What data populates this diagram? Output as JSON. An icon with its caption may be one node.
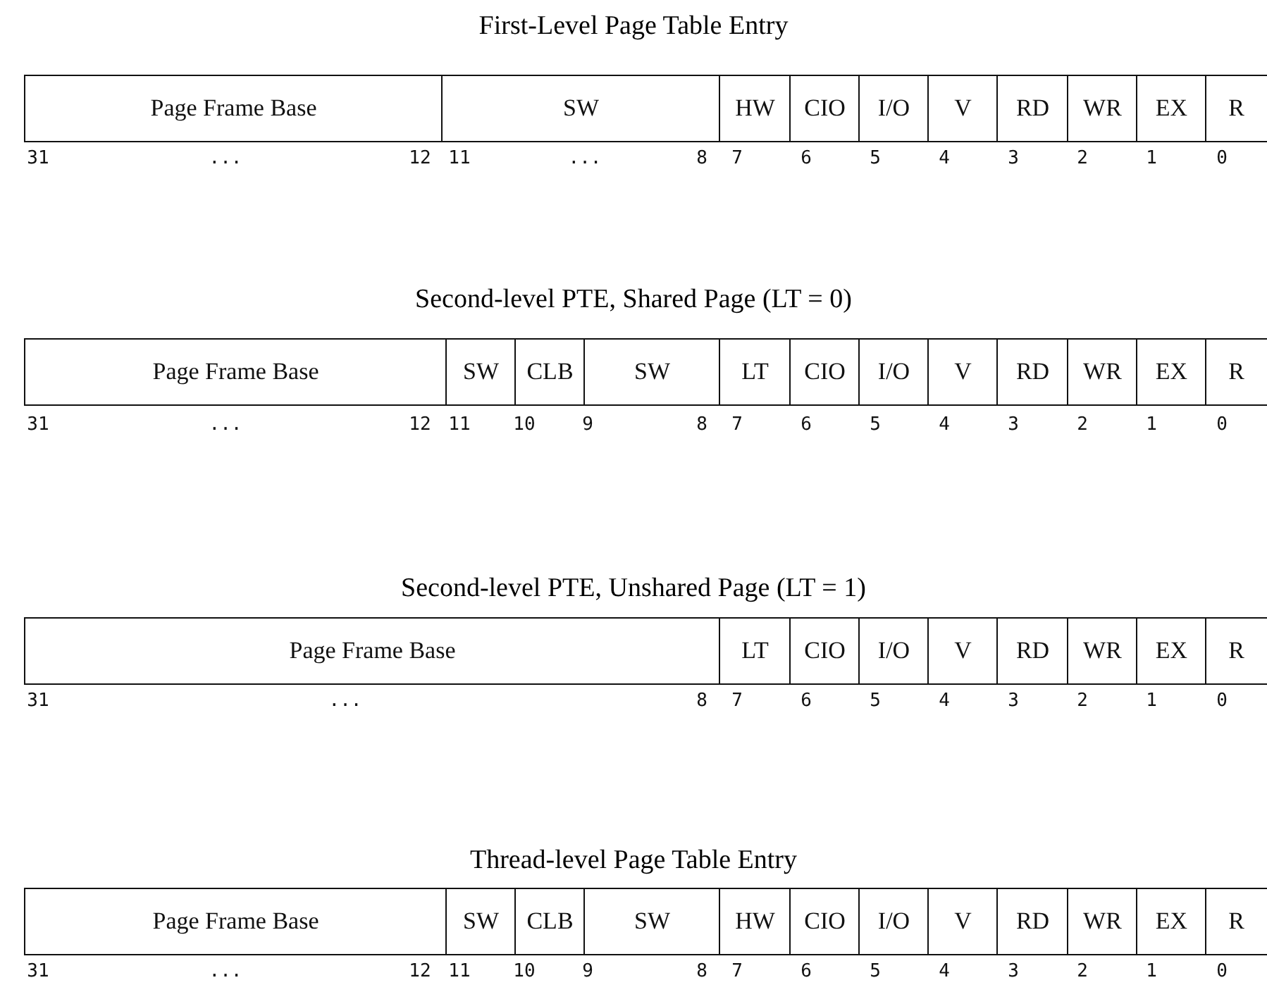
{
  "diagram": {
    "nodes": [
      {
        "text": [
          "First-Level Page Table Entry"
        ]
      },
      {
        "text": [
          "Page Frame Base"
        ],
        "in": 0
      },
      {
        "text": [
          "SW"
        ],
        "in": 0
      },
      {
        "text": [
          "HW"
        ],
        "in": 0
      },
      {
        "text": [
          "CIO"
        ],
        "in": 0
      },
      {
        "text": [
          "I/O"
        ],
        "in": 0
      },
      {
        "text": [
          "V"
        ],
        "in": 0
      },
      {
        "text": [
          "RD"
        ],
        "in": 0
      },
      {
        "text": [
          "WR"
        ],
        "in": 0
      },
      {
        "text": [
          "EX"
        ],
        "in": 0
      },
      {
        "text": [
          "R"
        ],
        "in": 0
      },
      {
        "text": [
          "Second-level PTE, Shared Page (LT = 0)"
        ]
      },
      {
        "text": [
          "Page Frame Base"
        ],
        "in": 11
      },
      {
        "text": [
          "SW"
        ],
        "in": 11
      },
      {
        "text": [
          "CLB"
        ],
        "in": 11
      },
      {
        "text": [
          "SW"
        ],
        "in": 11
      },
      {
        "text": [
          "LT"
        ],
        "in": 11
      },
      {
        "text": [
          "CIO"
        ],
        "in": 11
      },
      {
        "text": [
          "I/O"
        ],
        "in": 11
      },
      {
        "text": [
          "V"
        ],
        "in": 11
      },
      {
        "text": [
          "RD"
        ],
        "in": 11
      },
      {
        "text": [
          "WR"
        ],
        "in": 11
      },
      {
        "text": [
          "EX"
        ],
        "in": 11
      },
      {
        "text": [
          "R"
        ],
        "in": 11
      },
      {
        "text": [
          "Second-level PTE, Unshared Page (LT = 1)"
        ]
      },
      {
        "text": [
          "Page Frame Base"
        ],
        "in": 24
      },
      {
        "text": [
          "LT"
        ],
        "in": 24
      },
      {
        "text": [
          "CIO"
        ],
        "in": 24
      },
      {
        "text": [
          "I/O"
        ],
        "in": 24
      },
      {
        "text": [
          "V"
        ],
        "in": 24
      },
      {
        "text": [
          "RD"
        ],
        "in": 24
      },
      {
        "text": [
          "WR"
        ],
        "in": 24
      },
      {
        "text": [
          "EX"
        ],
        "in": 24
      },
      {
        "text": [
          "R"
        ],
        "in": 24
      },
      {
        "text": [
          "Thread-level Page Table Entry"
        ]
      },
      {
        "text": [
          "Page Frame Base"
        ],
        "in": 34
      },
      {
        "text": [
          "SW"
        ],
        "in": 34
      },
      {
        "text": [
          "CLB"
        ],
        "in": 34
      },
      {
        "text": [
          "SW"
        ],
        "in": 34
      },
      {
        "text": [
          "HW"
        ],
        "in": 34
      },
      {
        "text": [
          "CIO"
        ],
        "in": 34
      },
      {
        "text": [
          "I/O"
        ],
        "in": 34
      },
      {
        "text": [
          "V"
        ],
        "in": 34
      },
      {
        "text": [
          "RD"
        ],
        "in": 34
      },
      {
        "text": [
          "WR"
        ],
        "in": 34
      },
      {
        "text": [
          "EX"
        ],
        "in": 34
      },
      {
        "text": [
          "R"
        ],
        "in": 34
      }
    ],
    "edges": [],
    "labels": [
      "31",
      "...",
      "12",
      "11",
      "...",
      "8",
      "7",
      "6",
      "5",
      "4",
      "3",
      "2",
      "1",
      "0",
      "31",
      "...",
      "12",
      "11",
      "10",
      "9",
      "8",
      "7",
      "6",
      "5",
      "4",
      "3",
      "2",
      "1",
      "0",
      "31",
      "...",
      "8",
      "7",
      "6",
      "5",
      "4",
      "3",
      "2",
      "1",
      "0",
      "31",
      "...",
      "12",
      "11",
      "10",
      "9",
      "8",
      "7",
      "6",
      "5",
      "4",
      "3",
      "2",
      "1",
      "0"
    ]
  }
}
